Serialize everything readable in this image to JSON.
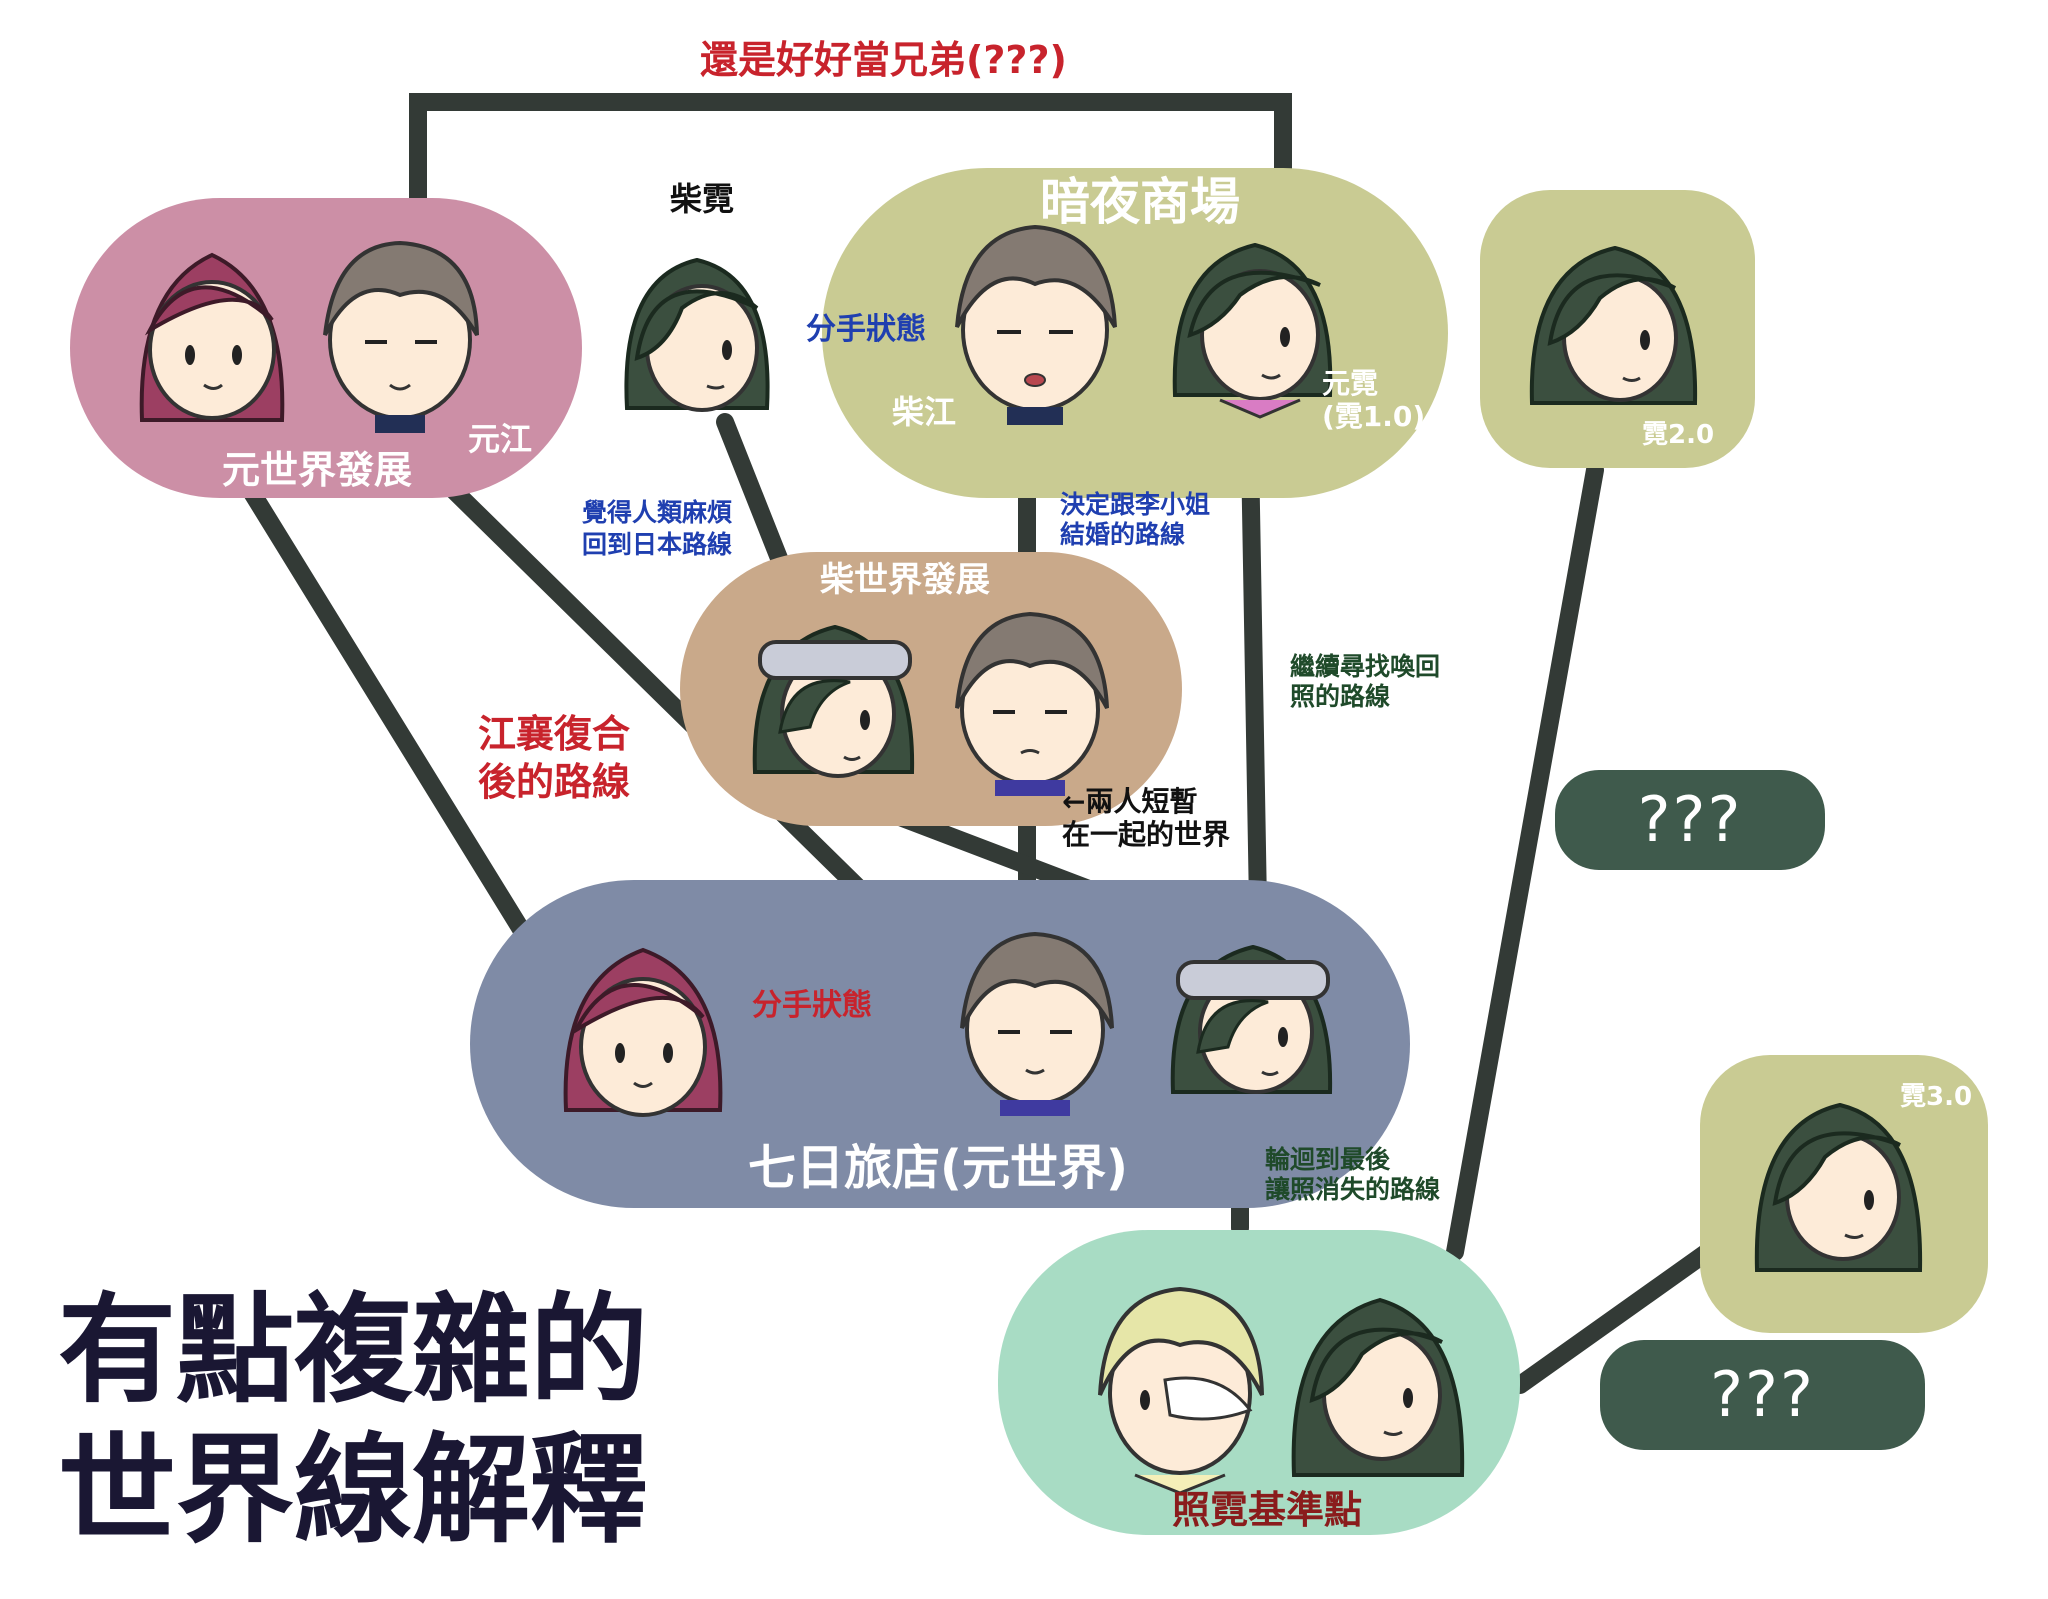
{
  "title": {
    "line1": "有點複雜的",
    "line2": "世界線解釋"
  },
  "top_label": "還是好好當兄弟(???)",
  "groups": {
    "yuan_world": {
      "label": "元世界發展",
      "color": "#cc8fa6"
    },
    "dark_night_market": {
      "label": "暗夜商場",
      "color": "#c9cb93"
    },
    "chai_world": {
      "label": "柴世界發展",
      "color": "#c9a98a"
    },
    "seven_day_hotel": {
      "label": "七日旅店(元世界)",
      "color": "#7f8ba6"
    },
    "base_point": {
      "label": "照霓基準點",
      "color": "#a8dcc4"
    },
    "ni2": {
      "color": "#c9cb93"
    },
    "ni3": {
      "color": "#c9cb93"
    }
  },
  "characters": {
    "yuan_jiang": "元江",
    "chai_ni": "柴霓",
    "chai_jiang": "柴江",
    "yuan_ni": "元霓",
    "yuan_ni_version": "(霓1.0)",
    "ni2": "霓2.0",
    "ni3": "霓3.0"
  },
  "edge_labels": {
    "breakup_dark": "分手狀態",
    "breakup_hotel": "分手狀態",
    "human_trouble_1": "覺得人類麻煩",
    "human_trouble_2": "回到日本路線",
    "marry_li_1": "決定跟李小姐",
    "marry_li_2": "結婚的路線",
    "search_zhao_1": "繼續尋找喚回",
    "search_zhao_2": "照的路線",
    "reunion_1": "江襄復合",
    "reunion_2": "後的路線",
    "short_time_1": "←兩人短暫",
    "short_time_2": "在一起的世界",
    "reincarnation_1": "輪迴到最後",
    "reincarnation_2": "讓照消失的路線"
  },
  "unknowns": [
    "???",
    "???"
  ],
  "colors": {
    "line": "#333a36",
    "hair_green": "#3b4f3f",
    "hair_brown": "#847a72",
    "hair_red": "#9c3f62",
    "hair_blonde": "#e6e6a8",
    "skin": "#fdebd8"
  }
}
